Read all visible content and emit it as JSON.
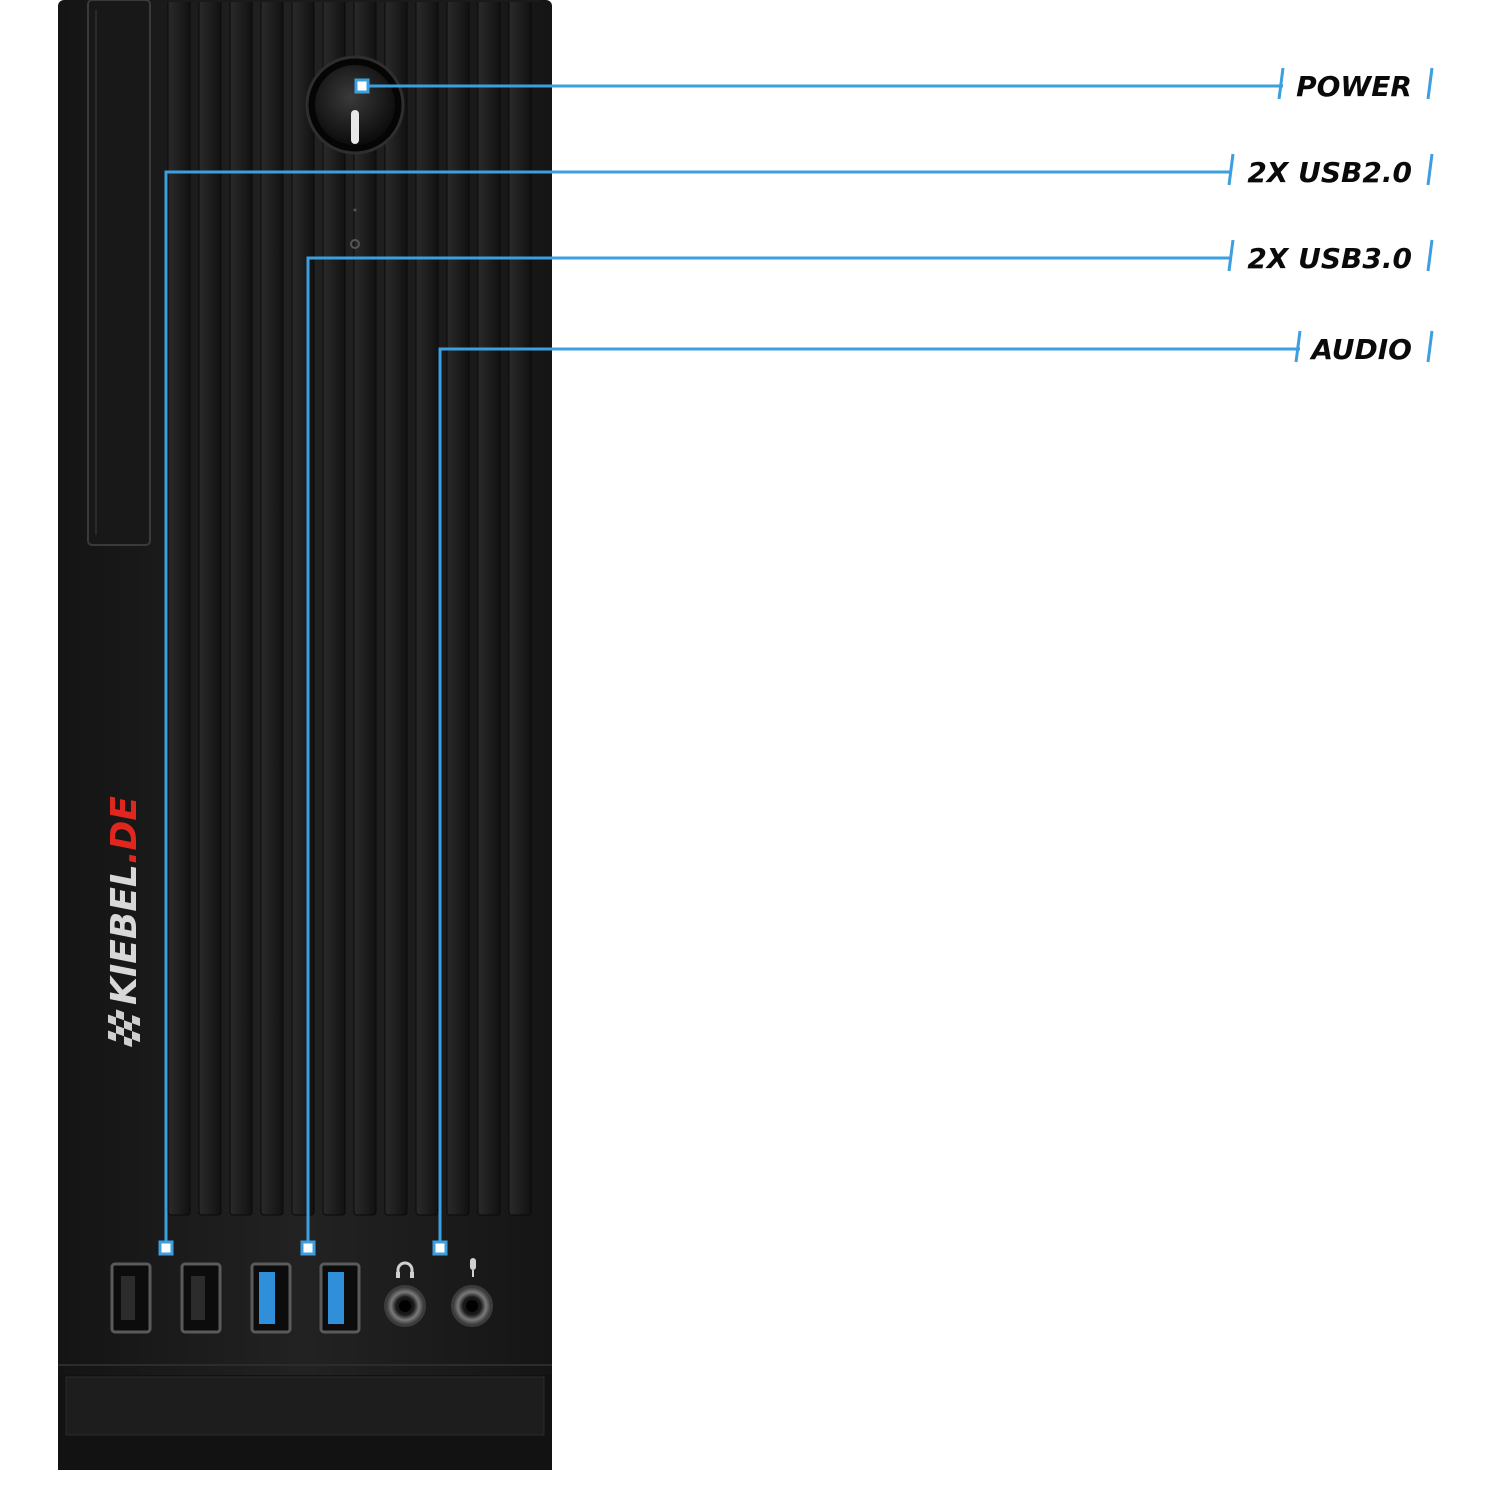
{
  "callouts": [
    {
      "id": "power",
      "label": "POWER"
    },
    {
      "id": "usb2",
      "label": "2X USB2.0"
    },
    {
      "id": "usb3",
      "label": "2X USB3.0"
    },
    {
      "id": "audio",
      "label": "AUDIO"
    }
  ],
  "brand": {
    "prefix": "KIEBEL",
    "suffix": ".DE"
  },
  "colors": {
    "callout_line": "#3d9fe0",
    "case_body": "#1b1b1b",
    "usb3_port": "#2f8fd8",
    "brand_accent": "#e0271f"
  },
  "icons": [
    "power-icon",
    "headphone-icon",
    "microphone-icon"
  ]
}
